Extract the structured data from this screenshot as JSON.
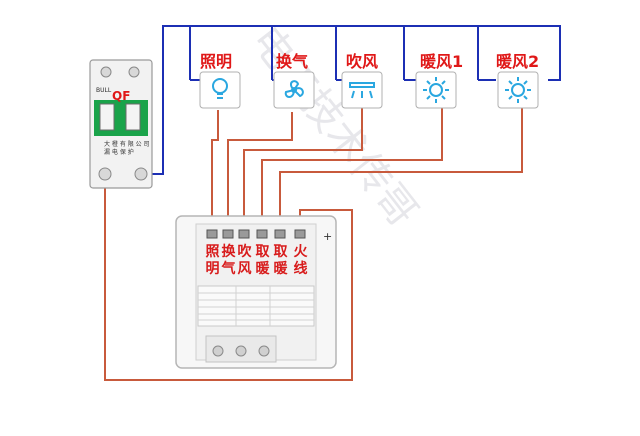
{
  "loads": [
    {
      "label": "照明",
      "icon": "bulb"
    },
    {
      "label": "换气",
      "icon": "fan"
    },
    {
      "label": "吹风",
      "icon": "blower"
    },
    {
      "label": "暖风1",
      "icon": "sun"
    },
    {
      "label": "暖风2",
      "icon": "sun"
    }
  ],
  "breaker": {
    "tag": "QF",
    "brand_text": "BULL",
    "side_text": [
      "大 橙 有 限 公 司",
      "漏 电 保 护"
    ]
  },
  "switch_panel": {
    "terminal_labels": [
      "照明",
      "换气",
      "吹风",
      "取暖",
      "取暖",
      "火线"
    ],
    "plus_mark": "+"
  },
  "watermark": "电工技术传哥",
  "colors": {
    "neutral_wire": "#1c2fb4",
    "live_wire": "#c85a3c",
    "label_red": "#e01818",
    "breaker_green": "#1aa34a",
    "icon_blue": "#2aa7e0"
  }
}
